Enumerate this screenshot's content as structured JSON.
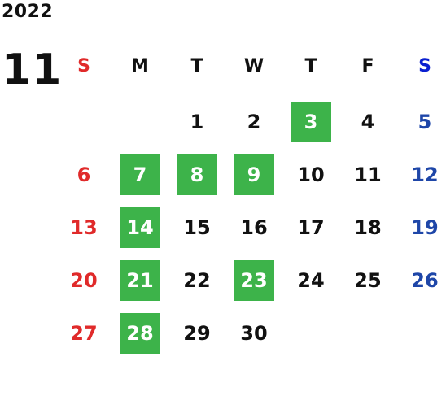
{
  "calendar": {
    "year": "2022",
    "month": "11",
    "weekdays": [
      "S",
      "M",
      "T",
      "W",
      "T",
      "F",
      "S"
    ],
    "first_weekday_index": 2,
    "days_in_month": 30,
    "highlighted_days": [
      3,
      7,
      8,
      9,
      14,
      21,
      23,
      28
    ],
    "colors": {
      "sunday": "#e02a2a",
      "saturday": "#1e46a8",
      "weekday": "#111111",
      "highlight_bg": "#3db34a",
      "highlight_text": "#ffffff",
      "saturday_header": "#0a1fd0"
    }
  }
}
